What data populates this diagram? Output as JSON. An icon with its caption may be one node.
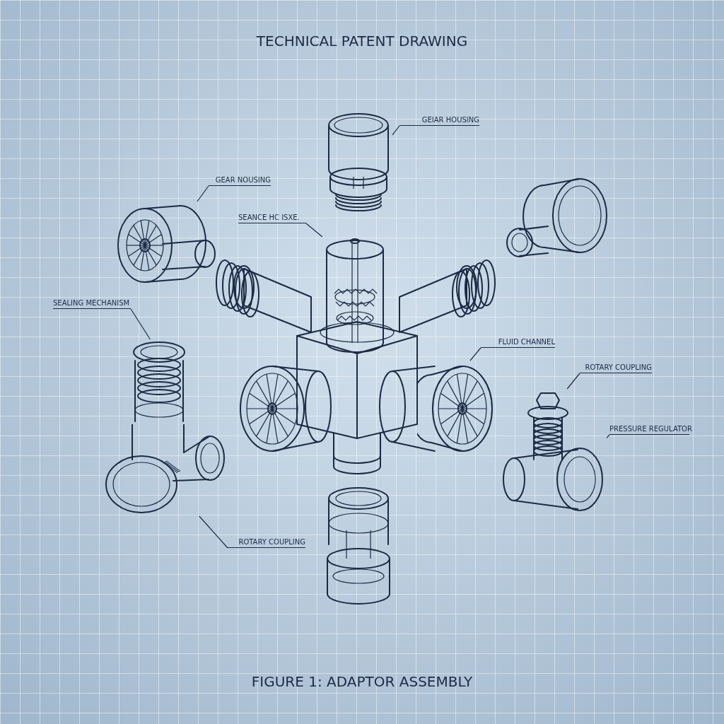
{
  "diagram": {
    "title": "TECHNICAL PATENT DRAWING",
    "caption": "FIGURE 1: ADAPTOR ASSEMBLY",
    "nodes": [
      {
        "text": [
          "GEIAR HOUSING"
        ]
      },
      {
        "text": [],
        "shape": "picture"
      },
      {
        "text": [
          "GEAR NOUSING"
        ]
      },
      {
        "text": [],
        "shape": "picture"
      },
      {
        "text": [
          "SEANCE HC ISXE."
        ]
      },
      {
        "text": [],
        "shape": "picture"
      },
      {
        "text": [
          "SEALING MECHANISM"
        ]
      },
      {
        "text": [],
        "shape": "picture"
      },
      {
        "text": [
          "FLUID CHANNEL"
        ]
      },
      {
        "text": [],
        "shape": "picture"
      },
      {
        "text": [
          "ROTARY COUPLING"
        ]
      },
      {
        "text": [],
        "shape": "picture"
      },
      {
        "text": [
          "PRESSURE REGULATOR"
        ]
      },
      {
        "text": [
          "ROTARY COUPLING"
        ]
      },
      {
        "text": [],
        "shape": "picture"
      }
    ],
    "edges": [
      {
        "from": 0,
        "to": 1,
        "arrow": "none"
      },
      {
        "from": 2,
        "to": 3,
        "arrow": "none"
      },
      {
        "from": 4,
        "to": 5,
        "arrow": "none"
      },
      {
        "from": 6,
        "to": 7,
        "arrow": "none"
      },
      {
        "from": 8,
        "to": 9,
        "arrow": "none"
      },
      {
        "from": 10,
        "to": 11,
        "arrow": "none"
      },
      {
        "from": 12,
        "to": 11,
        "arrow": "none"
      },
      {
        "from": 13,
        "to": 14,
        "arrow": "none"
      }
    ]
  }
}
